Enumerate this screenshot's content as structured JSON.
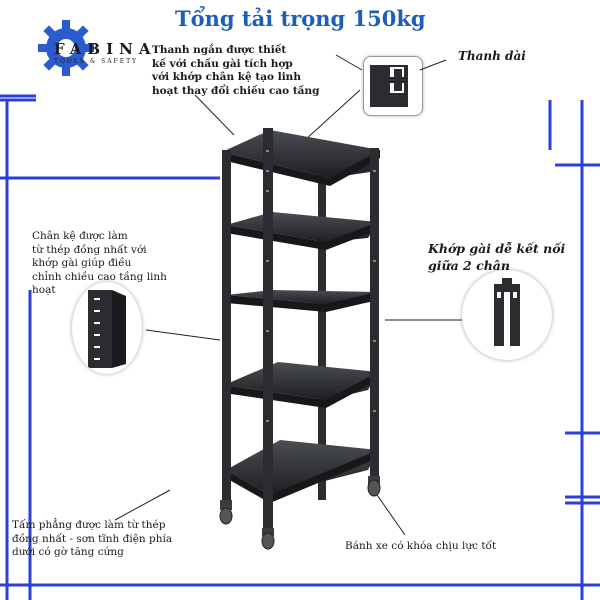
{
  "title": "Tổng tải trọng 150kg",
  "logo": {
    "name": "FABINA",
    "tagline": "TOOLS & SAFETY",
    "icon": "gear-icon"
  },
  "annotations": {
    "short_bar": [
      "Thanh ngắn được thiết",
      "kế với chấu gài tích hợp",
      "với khớp chân kệ tạo linh",
      "hoạt thay đổi chiều cao tầng"
    ],
    "long_bar": "Thanh dài",
    "leg": [
      "Chân kệ được làm",
      "từ thép đồng nhất với",
      "khớp gài giúp điều",
      "chỉnh chiều cao tầng linh",
      "hoạt"
    ],
    "joint": [
      "Khớp gài dễ kết nối",
      "giữa 2 chân"
    ],
    "shelf_board": [
      "Tấm phẳng được làm từ thép",
      "đồng nhất - sơn tĩnh điện phía",
      "dưới có gờ tăng cứng"
    ],
    "wheel": "Bánh xe có khóa chịu lực tốt"
  },
  "colors": {
    "title": "#1d5fb8",
    "accent_blue": "#2c3fd6",
    "steel": "#2a2c30"
  }
}
